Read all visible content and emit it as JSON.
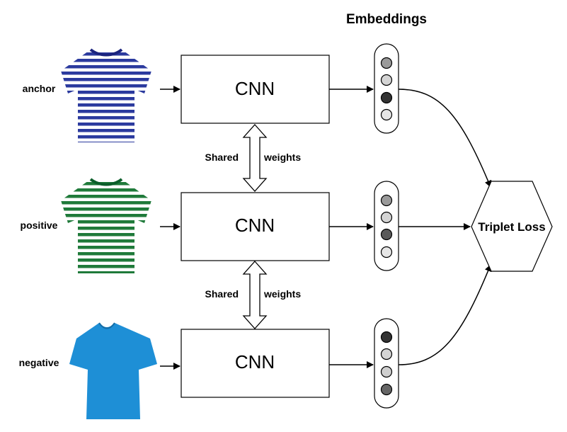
{
  "title": "Embeddings",
  "rows": [
    {
      "label": "anchor",
      "cnn": "CNN",
      "shirt": {
        "color": "#2b3a9e",
        "stripe": "#ffffff",
        "striped": true
      },
      "dots": [
        "#9a9a9a",
        "#d4d4d4",
        "#333333",
        "#e6e6e6"
      ]
    },
    {
      "label": "positive",
      "cnn": "CNN",
      "shirt": {
        "color": "#1f7a3a",
        "stripe": "#ffffff",
        "striped": true
      },
      "dots": [
        "#9a9a9a",
        "#d4d4d4",
        "#5a5a5a",
        "#e6e6e6"
      ]
    },
    {
      "label": "negative",
      "cnn": "CNN",
      "shirt": {
        "color": "#1e8fd6",
        "stripe": "#1e8fd6",
        "striped": false
      },
      "dots": [
        "#333333",
        "#d4d4d4",
        "#cfcfcf",
        "#666666"
      ]
    }
  ],
  "shared": [
    {
      "left": "Shared",
      "right": "weights"
    },
    {
      "left": "Shared",
      "right": "weights"
    }
  ],
  "loss": "Triplet Loss"
}
